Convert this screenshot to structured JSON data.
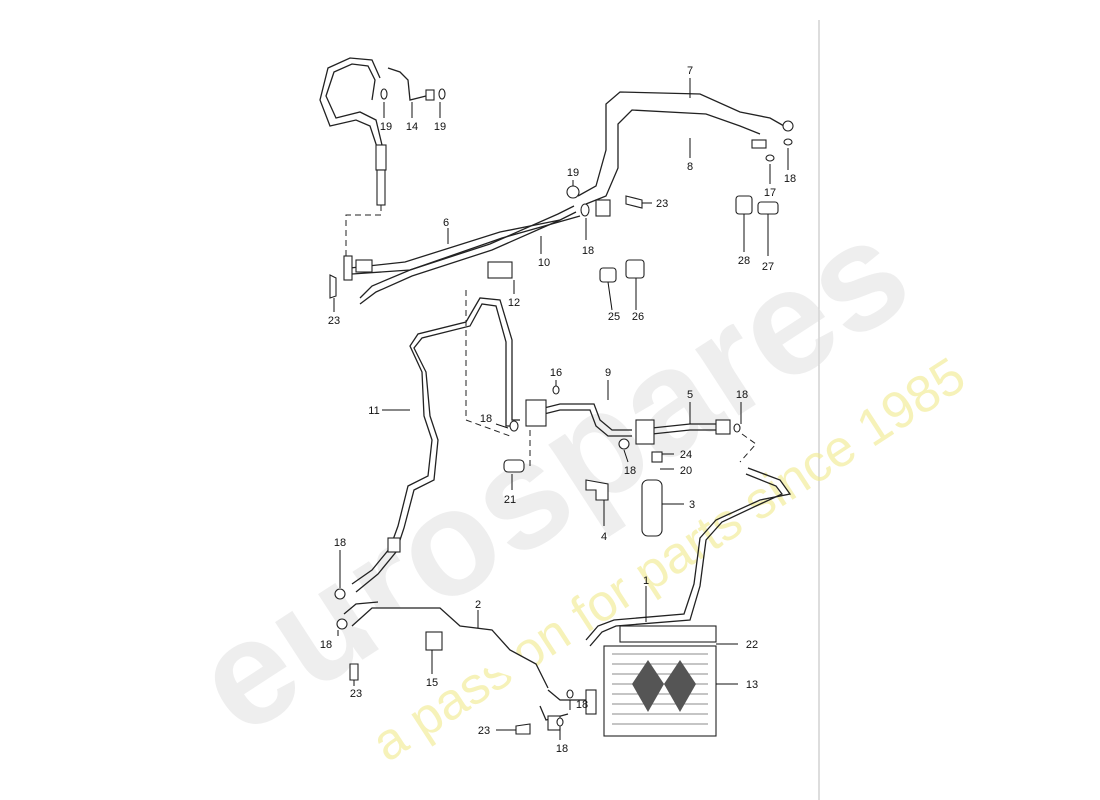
{
  "watermark": {
    "brand": "eurospares",
    "tagline": "a passion for parts since 1985"
  },
  "callouts": [
    {
      "id": "c7",
      "text": "7"
    },
    {
      "id": "c8",
      "text": "8"
    },
    {
      "id": "c17",
      "text": "17"
    },
    {
      "id": "c18a",
      "text": "18"
    },
    {
      "id": "c19a",
      "text": "19"
    },
    {
      "id": "c14",
      "text": "14"
    },
    {
      "id": "c19b",
      "text": "19"
    },
    {
      "id": "c19c",
      "text": "19"
    },
    {
      "id": "c23a",
      "text": "23"
    },
    {
      "id": "c18b",
      "text": "18"
    },
    {
      "id": "c6",
      "text": "6"
    },
    {
      "id": "c10",
      "text": "10"
    },
    {
      "id": "c28",
      "text": "28"
    },
    {
      "id": "c27",
      "text": "27"
    },
    {
      "id": "c12",
      "text": "12"
    },
    {
      "id": "c23b",
      "text": "23"
    },
    {
      "id": "c25",
      "text": "25"
    },
    {
      "id": "c26",
      "text": "26"
    },
    {
      "id": "c16",
      "text": "16"
    },
    {
      "id": "c9",
      "text": "9"
    },
    {
      "id": "c5",
      "text": "5"
    },
    {
      "id": "c18c",
      "text": "18"
    },
    {
      "id": "c11",
      "text": "11"
    },
    {
      "id": "c18d",
      "text": "18"
    },
    {
      "id": "c24",
      "text": "24"
    },
    {
      "id": "c18e",
      "text": "18"
    },
    {
      "id": "c20",
      "text": "20"
    },
    {
      "id": "c21",
      "text": "21"
    },
    {
      "id": "c3",
      "text": "3"
    },
    {
      "id": "c4",
      "text": "4"
    },
    {
      "id": "c18f",
      "text": "18"
    },
    {
      "id": "c1",
      "text": "1"
    },
    {
      "id": "c2",
      "text": "2"
    },
    {
      "id": "c18g",
      "text": "18"
    },
    {
      "id": "c22",
      "text": "22"
    },
    {
      "id": "c13",
      "text": "13"
    },
    {
      "id": "c15",
      "text": "15"
    },
    {
      "id": "c23c",
      "text": "23"
    },
    {
      "id": "c18h",
      "text": "18"
    },
    {
      "id": "c23d",
      "text": "23"
    },
    {
      "id": "c18i",
      "text": "18"
    }
  ]
}
